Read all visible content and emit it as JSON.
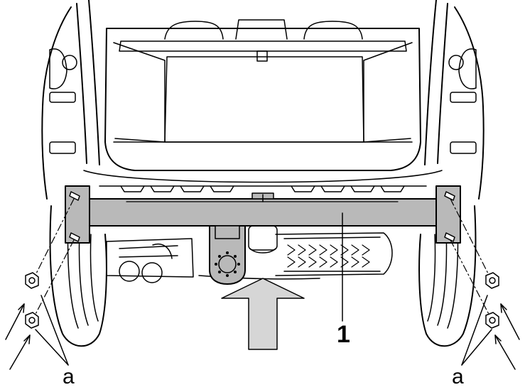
{
  "labels": {
    "part_number": "1",
    "fastener_left": "a",
    "fastener_right": "a"
  },
  "colors": {
    "stroke": "#000000",
    "bar_fill": "#b9b9b9",
    "arrow_fill": "#d6d6d6",
    "background": "#ffffff"
  },
  "icons": {
    "direction_arrow": "large-up-arrow-icon",
    "nut": "hex-nut-icon"
  }
}
